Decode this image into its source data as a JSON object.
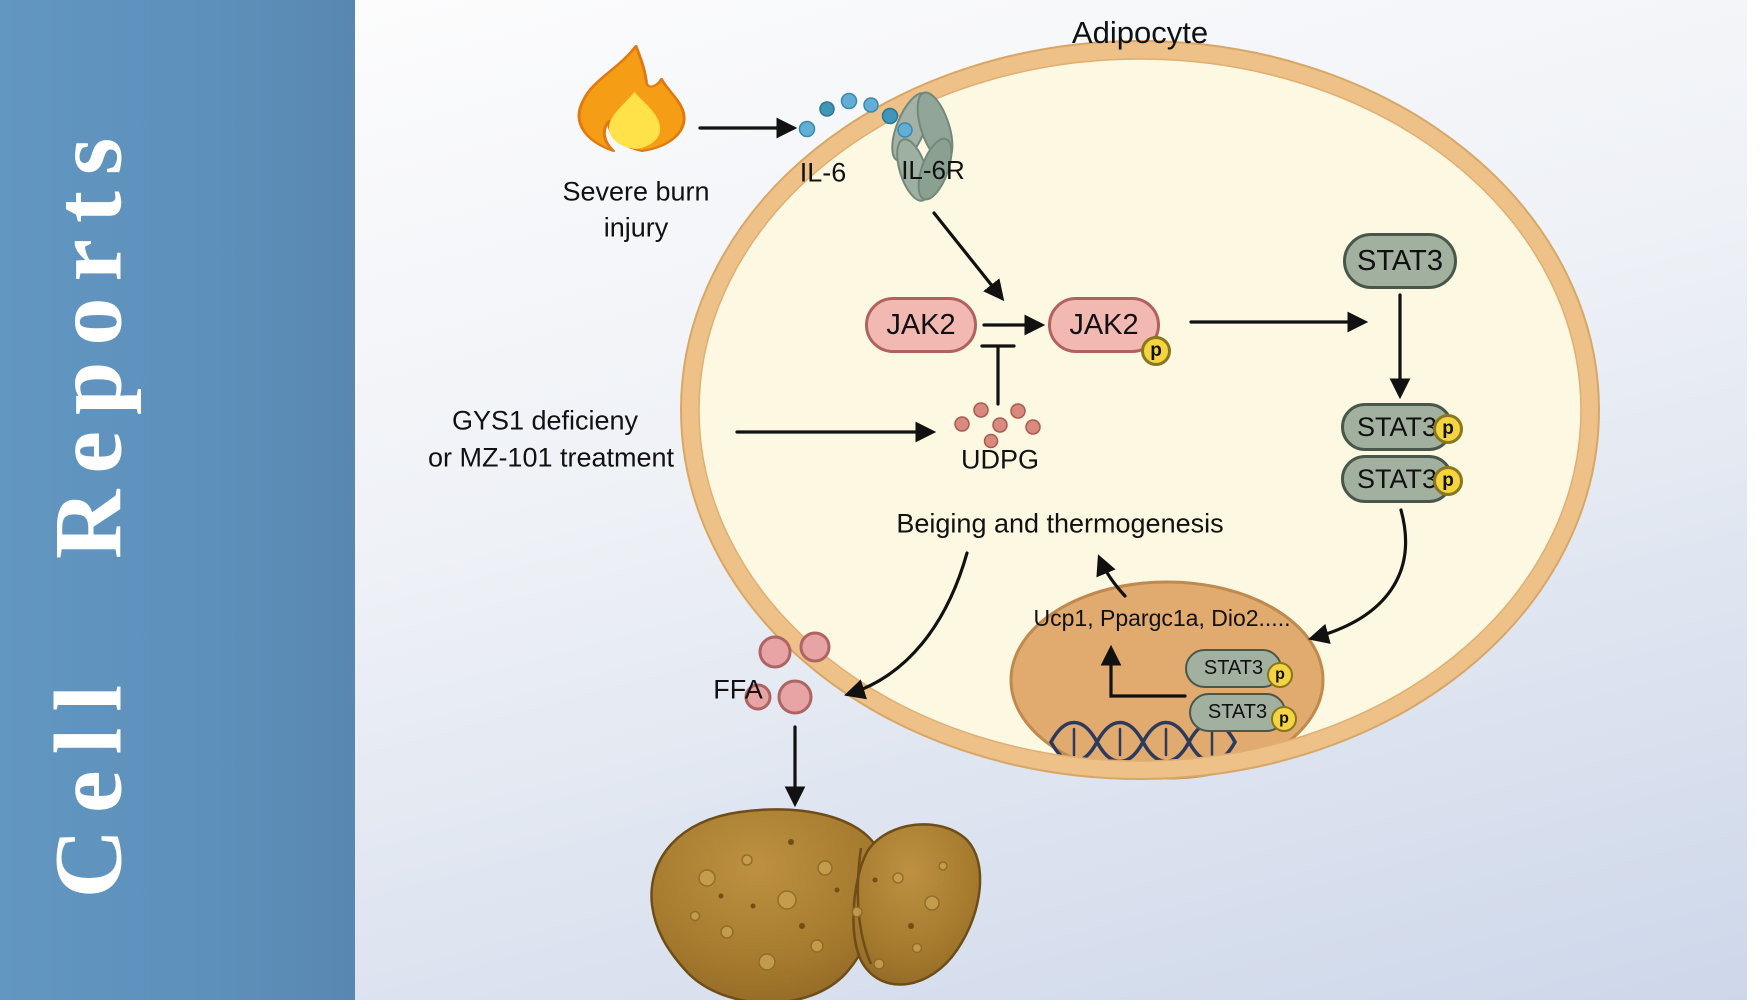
{
  "journal": {
    "title": "Cell Reports"
  },
  "figure": {
    "cell_label": "Adipocyte",
    "burn_line1": "Severe burn",
    "burn_line2": "injury",
    "ligand_label": "IL-6",
    "receptor_label": "IL-6R",
    "kinase_label": "JAK2",
    "phospho_label": "p",
    "stat3_label": "STAT3",
    "treatment_line1": "GYS1 deficieny",
    "treatment_line2": "or MZ-101 treatment",
    "metabolite_label": "UDPG",
    "outcome_label": "Beiging and thermogenesis",
    "genes_label": "Ucp1, Ppargc1a, Dio2.....",
    "ffa_label": "FFA"
  },
  "icons": {
    "flame": "flame-icon",
    "receptor": "il6r-receptor-icon",
    "dna": "dna-helix-icon",
    "liver": "liver-icon"
  },
  "colors": {
    "sidebar_blue": "#5d90bb",
    "cell_fill": "#fdf8e2",
    "cell_membrane": "#eec189",
    "kinase_pink": "#f2b8b2",
    "stat3_green": "#a2b0a0",
    "phospho_yellow": "#f4d440",
    "nucleus_tan": "#e1aa6e",
    "il6_blue": "#63aed6",
    "udpg_red": "#d78a7d",
    "ffa_pink": "#e8a4a4",
    "liver_brown": "#a57a2e"
  }
}
